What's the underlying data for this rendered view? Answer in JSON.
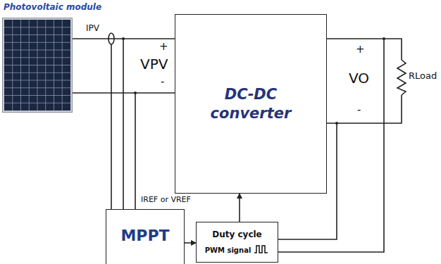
{
  "diagram": {
    "nodes": [
      {
        "text": [
          "Photovoltaic module"
        ]
      },
      {
        "text": [
          "DC-DC converter"
        ]
      },
      {
        "text": [
          "MPPT"
        ]
      },
      {
        "text": [
          "Duty cycle",
          "PWM signal"
        ]
      }
    ],
    "edges": [
      {
        "from": 0,
        "to": 1,
        "arrow": "none"
      },
      {
        "from": 0,
        "to": 1,
        "arrow": "none"
      },
      {
        "from": 2,
        "to": 3,
        "arrow": "to"
      },
      {
        "from": 3,
        "to": 1,
        "arrow": "to"
      }
    ],
    "labels": [
      "IPV",
      "+",
      "VPV",
      "-",
      "IREF or VREF",
      "+",
      "VO",
      "-",
      "RLoad"
    ]
  }
}
